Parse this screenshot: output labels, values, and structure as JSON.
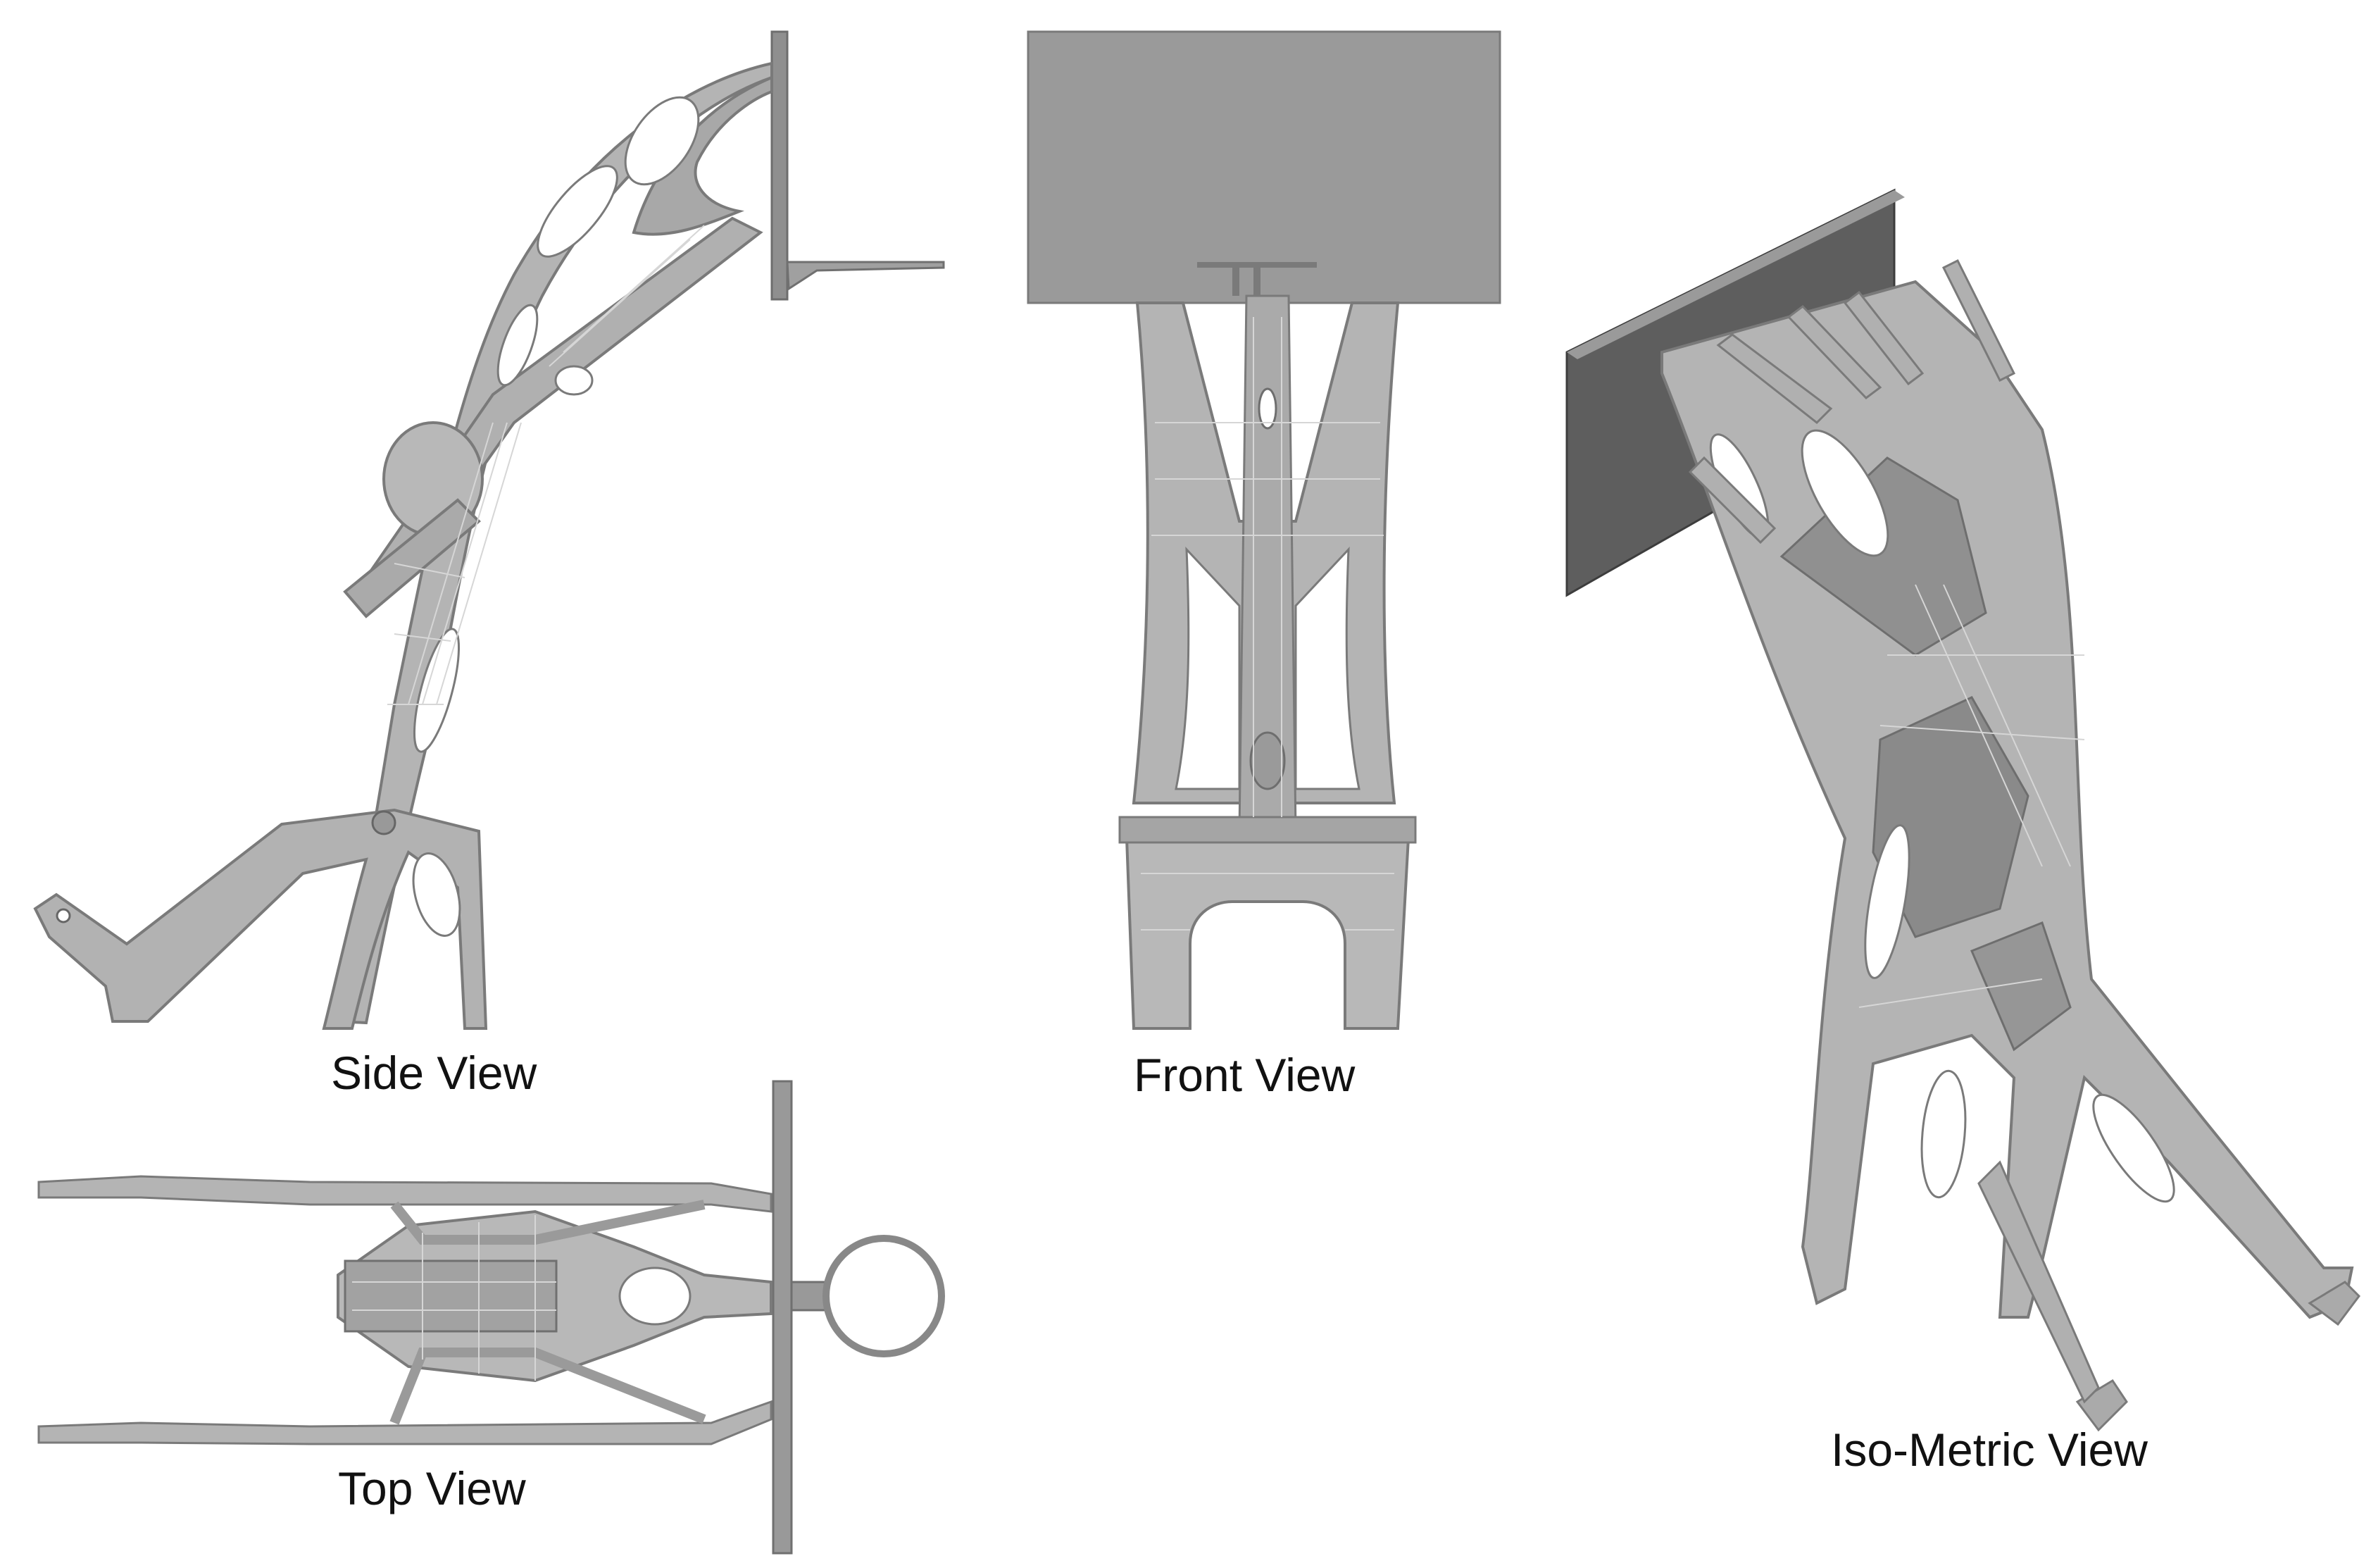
{
  "views": [
    {
      "id": "side",
      "label": "Side View"
    },
    {
      "id": "front",
      "label": "Front View"
    },
    {
      "id": "top",
      "label": "Top View"
    },
    {
      "id": "iso",
      "label": "Iso-Metric View"
    }
  ],
  "colors": {
    "part_fill": "#b4b4b4",
    "part_dark": "#8c8c8c",
    "part_mesh": "#d8d8d8",
    "plate_fill": "#9a9a9a",
    "plate_dark": "#5a5a5a",
    "background": "#ffffff",
    "caption_text": "#111111"
  }
}
